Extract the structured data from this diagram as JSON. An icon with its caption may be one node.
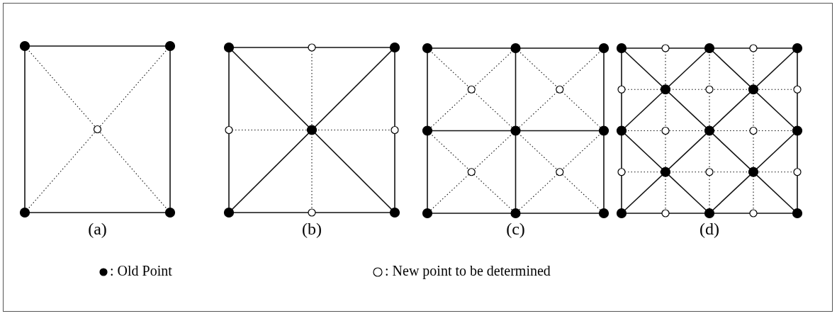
{
  "diagram": {
    "labels": [
      "(a)",
      "(b)",
      "(c)",
      "(d)"
    ],
    "legend": [
      {
        "text": ": Old Point"
      },
      {
        "text": ": New point to be determined"
      }
    ]
  }
}
